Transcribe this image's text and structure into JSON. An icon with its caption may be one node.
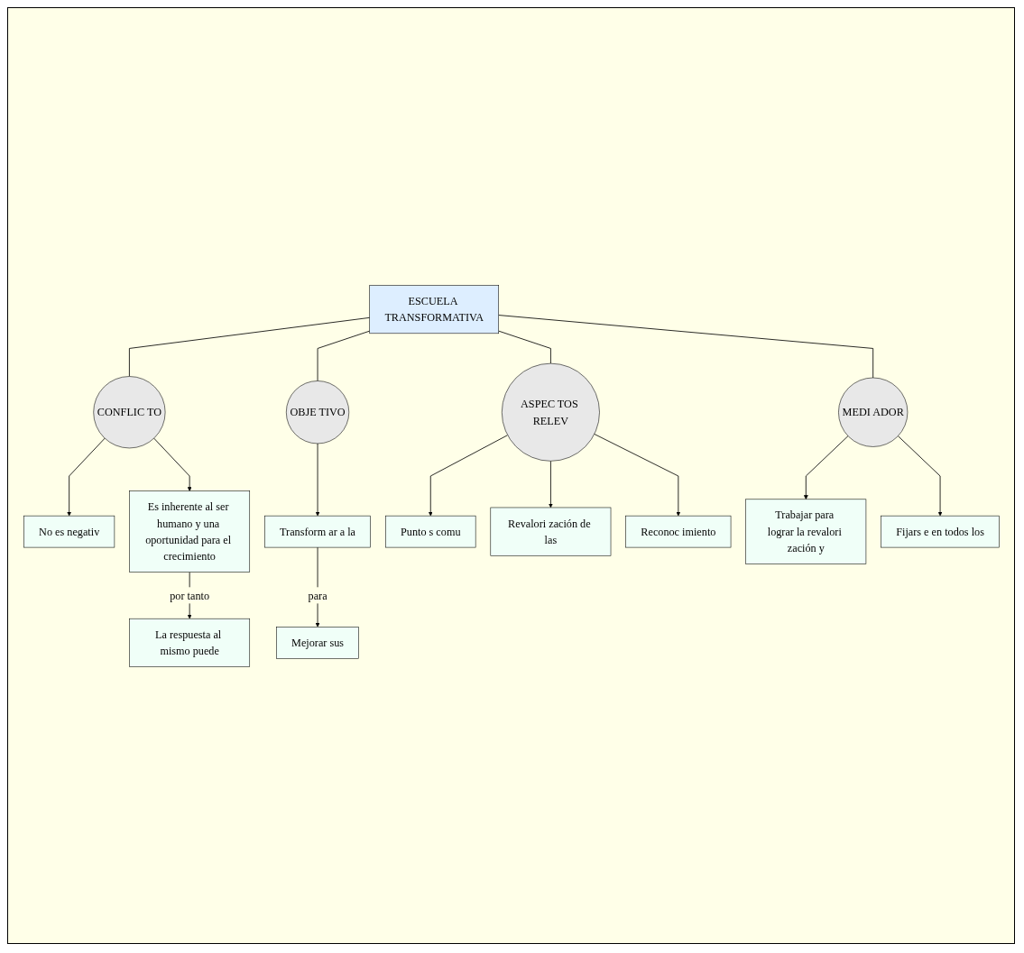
{
  "diagram": {
    "nodes": [
      {
        "text": [
          "ESCUELA TRANSFORMATIVA"
        ]
      },
      {
        "text": [
          "CONFLIC TO"
        ]
      },
      {
        "text": [
          "No es negativ"
        ]
      },
      {
        "text": [
          "OBJE TIVO"
        ]
      },
      {
        "text": [
          "ASPEC TOS RELEV"
        ]
      },
      {
        "text": [
          "MEDI ADOR"
        ]
      },
      {
        "text": [
          "Es inherente al ser humano y una oportunidad para el crecimiento"
        ]
      },
      {
        "text": [
          "Transform ar a la"
        ]
      },
      {
        "text": [
          "Punto s comu"
        ]
      },
      {
        "text": [
          "Trabajar para lograr la revalori zación y"
        ]
      },
      {
        "text": [
          "Fijars e en todos los"
        ]
      },
      {
        "text": [
          "La respuesta al mismo puede"
        ]
      },
      {
        "text": [
          "Mejorar sus"
        ]
      },
      {
        "text": [
          "Revalori zación de las"
        ]
      },
      {
        "text": [
          "Reconoc imiento"
        ]
      }
    ],
    "edges": [
      {
        "from": 0,
        "to": 1,
        "arrow": "none"
      },
      {
        "from": 0,
        "to": 3,
        "arrow": "none"
      },
      {
        "from": 0,
        "to": 4,
        "arrow": "none"
      },
      {
        "from": 0,
        "to": 5,
        "arrow": "none"
      },
      {
        "from": 1,
        "to": 2,
        "arrow": "to"
      },
      {
        "from": 1,
        "to": 6,
        "arrow": "to"
      },
      {
        "from": 6,
        "to": 11,
        "label": "por tanto",
        "arrow": "to"
      },
      {
        "from": 3,
        "to": 7,
        "arrow": "to"
      },
      {
        "from": 7,
        "to": 12,
        "label": "para",
        "arrow": "to"
      },
      {
        "from": 4,
        "to": 8,
        "arrow": "to"
      },
      {
        "from": 4,
        "to": 13,
        "arrow": "to"
      },
      {
        "from": 4,
        "to": 14,
        "arrow": "to"
      },
      {
        "from": 5,
        "to": 9,
        "arrow": "to"
      },
      {
        "from": 5,
        "to": 10,
        "arrow": "to"
      }
    ]
  }
}
